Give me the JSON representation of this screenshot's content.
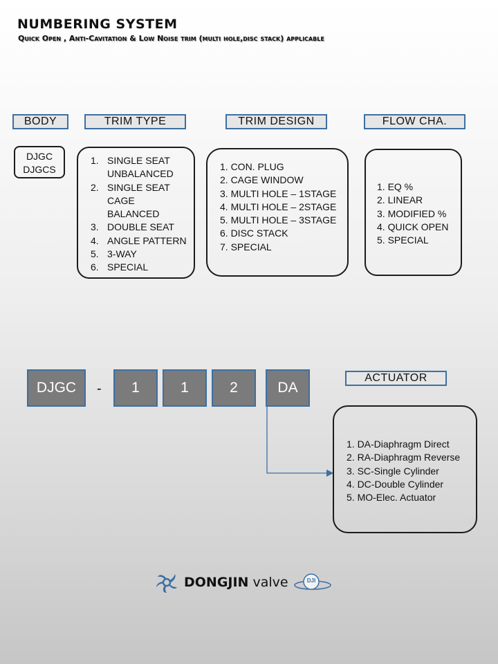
{
  "title": "NUMBERING SYSTEM",
  "subtitle": "Quick Open , Anti-Cavitation & Low Noise trim (multi hole,disc stack) applicable",
  "sections": {
    "body": {
      "header": "BODY",
      "items": [
        "DJGC",
        "DJGCS"
      ]
    },
    "trim_type": {
      "header": "TRIM TYPE",
      "items": [
        {
          "num": "1.",
          "lines": [
            "SINGLE SEAT",
            "UNBALANCED"
          ]
        },
        {
          "num": "2.",
          "lines": [
            "SINGLE SEAT",
            "CAGE",
            "BALANCED"
          ]
        },
        {
          "num": "3.",
          "lines": [
            "DOUBLE SEAT"
          ]
        },
        {
          "num": "4.",
          "lines": [
            "ANGLE PATTERN"
          ]
        },
        {
          "num": "5.",
          "lines": [
            "3-WAY"
          ]
        },
        {
          "num": "6.",
          "lines": [
            "SPECIAL"
          ]
        }
      ]
    },
    "trim_design": {
      "header": "TRIM DESIGN",
      "items": [
        "1. CON. PLUG",
        "2. CAGE WINDOW",
        "3. MULTI HOLE – 1STAGE",
        "4. MULTI HOLE – 2STAGE",
        "5. MULTI HOLE – 3STAGE",
        "6. DISC STACK",
        "7. SPECIAL"
      ]
    },
    "flow_cha": {
      "header": "FLOW CHA.",
      "items": [
        "1. EQ %",
        "2. LINEAR",
        "3. MODIFIED %",
        "4. QUICK OPEN",
        "5. SPECIAL"
      ]
    },
    "actuator": {
      "header": "ACTUATOR",
      "items": [
        "1. DA-Diaphragm Direct",
        "2. RA-Diaphragm Reverse",
        "3. SC-Single Cylinder",
        "4. DC-Double Cylinder",
        "5. MO-Elec. Actuator"
      ]
    }
  },
  "example_code": {
    "parts": [
      "DJGC",
      "1",
      "1",
      "2",
      "DA"
    ],
    "separator": "-"
  },
  "logo": {
    "brand_bold": "DONGJIN",
    "brand_rest": " valve",
    "badge": "DJI"
  },
  "colors": {
    "header_border": "#3c6fa3",
    "code_fill": "#7b7b7b",
    "arrow": "#3c6fa3",
    "logo_blue": "#3c6fa3"
  }
}
